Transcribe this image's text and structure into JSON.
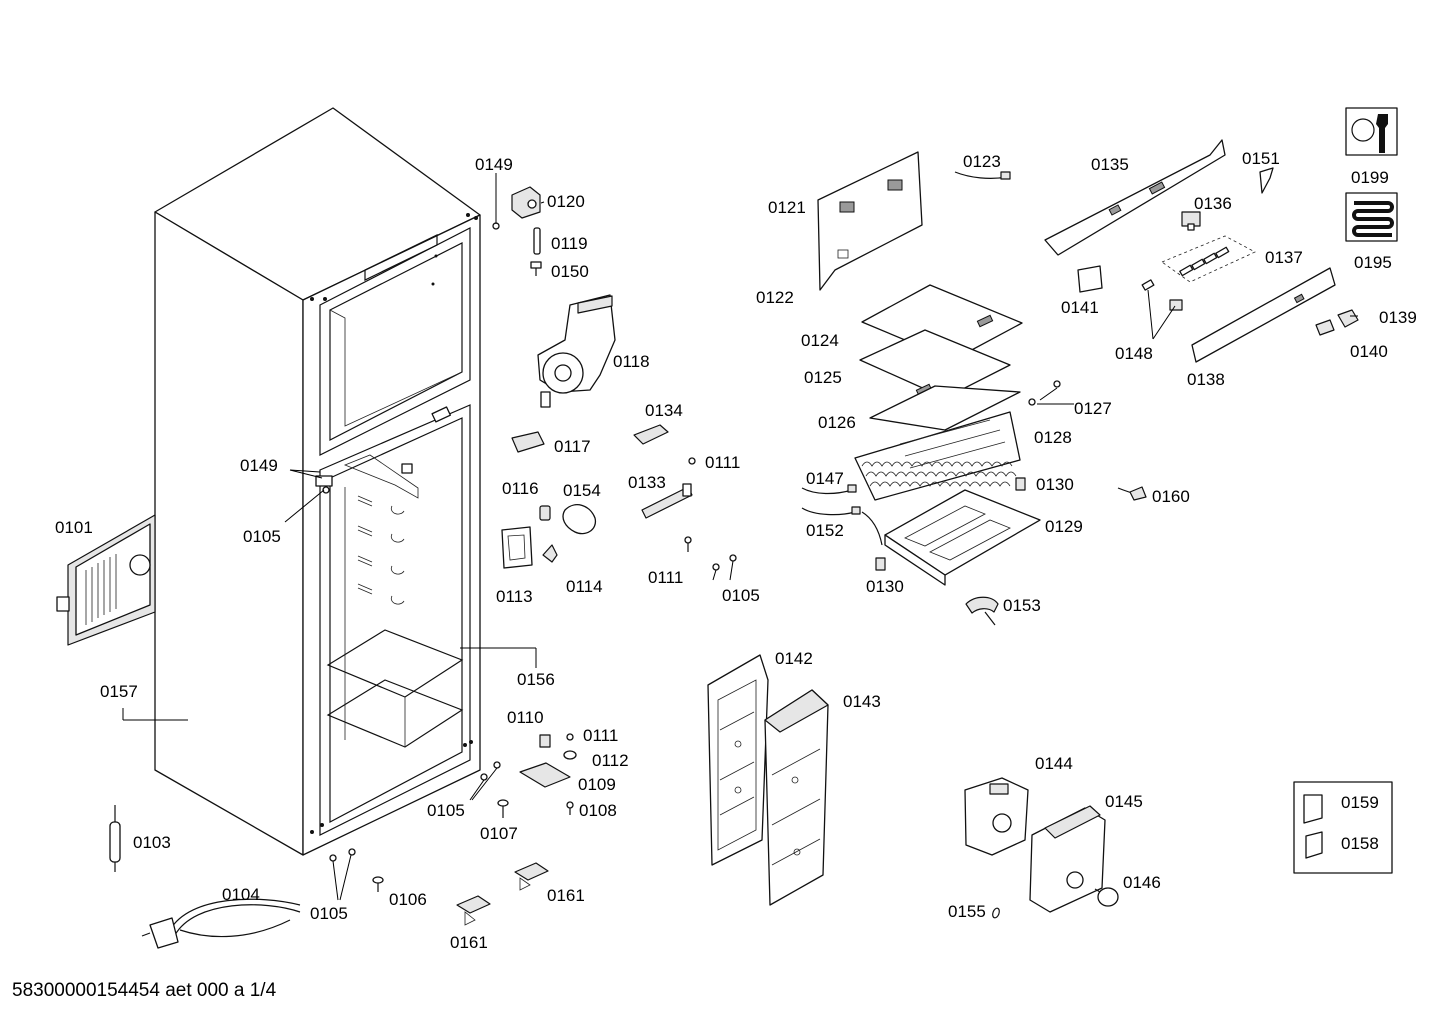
{
  "diagram": {
    "footer_text": "58300000154454 aet 000 a 1/4",
    "part_labels": [
      "0149",
      "0120",
      "0119",
      "0150",
      "0118",
      "0117",
      "0116",
      "0154",
      "0113",
      "0114",
      "0134",
      "0111",
      "0133",
      "0111",
      "0105",
      "0149",
      "0105",
      "0101",
      "0157",
      "0156",
      "0103",
      "0104",
      "0105",
      "0106",
      "0161",
      "0161",
      "0110",
      "0111",
      "0112",
      "0109",
      "0105",
      "0107",
      "0108",
      "0121",
      "0122",
      "0123",
      "0124",
      "0125",
      "0126",
      "0127",
      "0128",
      "0147",
      "0152",
      "0130",
      "0129",
      "0130",
      "0135",
      "0151",
      "0136",
      "0137",
      "0141",
      "0148",
      "0138",
      "0139",
      "0140",
      "0160",
      "0153",
      "0142",
      "0143",
      "0144",
      "0145",
      "0146",
      "0155",
      "0199",
      "0195",
      "0159",
      "0158"
    ]
  }
}
